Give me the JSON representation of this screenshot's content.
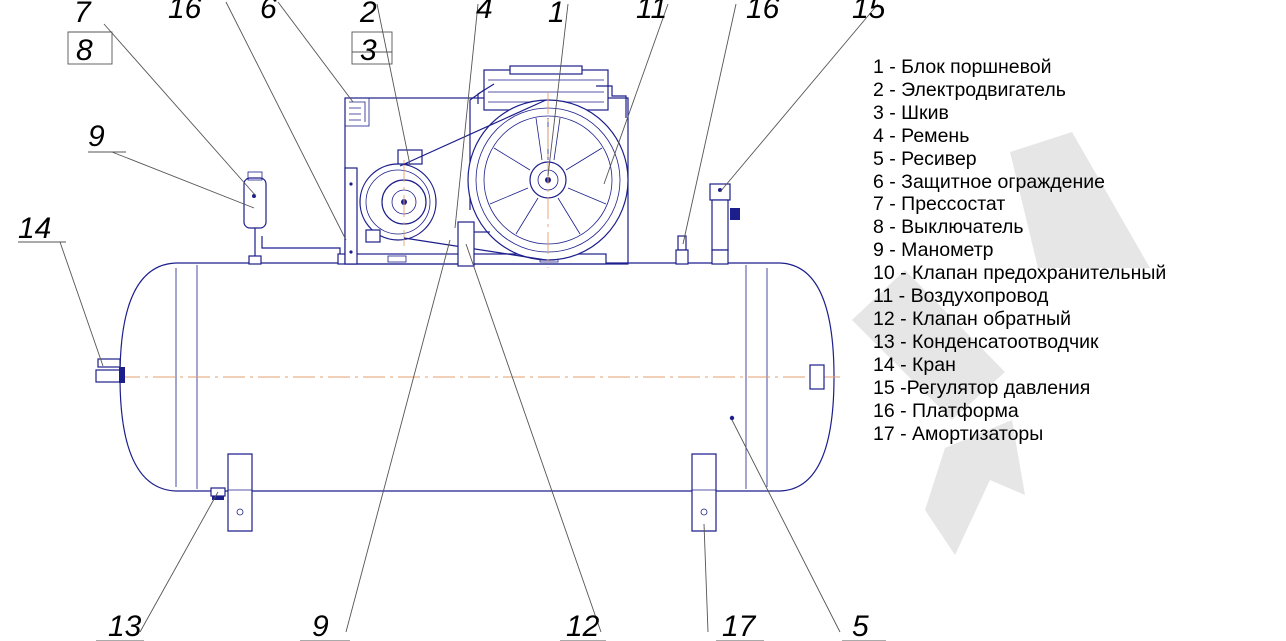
{
  "colors": {
    "drawing_line": "#1c1e8c",
    "center_line": "#e6a070",
    "leader_line": "#555555",
    "watermark": "#e6e6e6",
    "text": "#000000"
  },
  "legend": [
    "1 - Блок поршневой",
    "2 - Электродвигатель",
    "3 - Шкив",
    "4 - Ремень",
    "5 - Ресивер",
    "6 - Защитное ограждение",
    "7 - Прессостат",
    "8 - Выключатель",
    "9 - Манометр",
    "10 - Клапан предохранительный",
    "11 - Воздухопровод",
    "12 - Клапан обратный",
    "13 - Конденсатоотводчик",
    "14 - Кран",
    "15 -Регулятор давления",
    "16 - Платформа",
    "17 - Амортизаторы"
  ],
  "callouts": {
    "top_7": "7",
    "top_16a": "16",
    "top_6": "6",
    "top_2": "2",
    "top_4": "4",
    "top_1": "1",
    "top_11": "11",
    "top_16b": "16",
    "top_15": "15",
    "box_8": "8",
    "box_3": "3",
    "left_9": "9",
    "left_14": "14",
    "bottom_13": "13",
    "bottom_9": "9",
    "bottom_12": "12",
    "bottom_17": "17",
    "bottom_5": "5"
  }
}
